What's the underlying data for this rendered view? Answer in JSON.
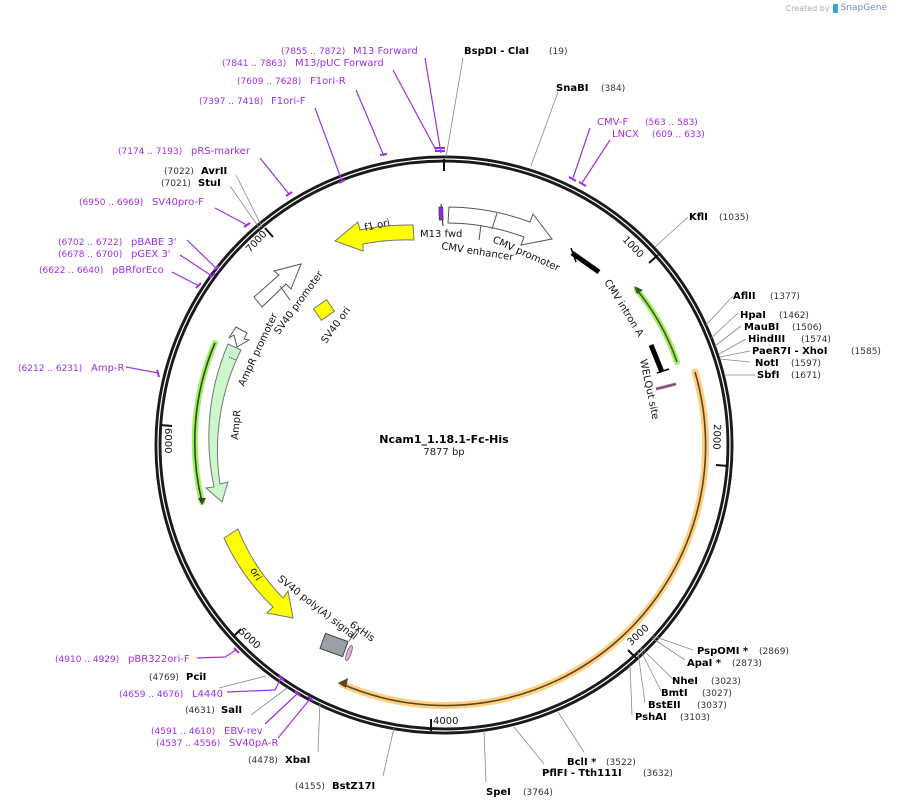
{
  "credit": {
    "prefix": "Created by",
    "brand": "SnapGene"
  },
  "plasmid": {
    "name": "Ncam1_1.18.1-Fc-His",
    "length_label": "7877 bp",
    "length": 7877
  },
  "colors": {
    "primer": "#a02ee6",
    "enzyme_line": "#888888",
    "ring": "#1a1a1a",
    "ori_yellow": "#ffff00",
    "ampr_green": "#ccf7cc",
    "orange_glow": "#ffd080",
    "green_glow": "#a6ee66",
    "cds_gray": "#9aa0a8"
  },
  "ticks": [
    "1000",
    "2000",
    "3000",
    "4000",
    "5000",
    "6000",
    "7000"
  ],
  "enzymes": [
    {
      "name": "BspDI - ClaI",
      "pos": "(19)"
    },
    {
      "name": "SnaBI",
      "pos": "(384)"
    },
    {
      "name": "KflI",
      "pos": "(1035)"
    },
    {
      "name": "AflII",
      "pos": "(1377)"
    },
    {
      "name": "HpaI",
      "pos": "(1462)"
    },
    {
      "name": "MauBI",
      "pos": "(1506)"
    },
    {
      "name": "HindIII",
      "pos": "(1574)"
    },
    {
      "name": "PaeR7I - XhoI",
      "pos": "(1585)"
    },
    {
      "name": "NotI",
      "pos": "(1597)"
    },
    {
      "name": "SbfI",
      "pos": "(1671)"
    },
    {
      "name": "PspOMI *",
      "pos": "(2869)"
    },
    {
      "name": "ApaI *",
      "pos": "(2873)"
    },
    {
      "name": "NheI",
      "pos": "(3023)"
    },
    {
      "name": "BmtI",
      "pos": "(3027)"
    },
    {
      "name": "BstEII",
      "pos": "(3037)"
    },
    {
      "name": "PshAI",
      "pos": "(3103)"
    },
    {
      "name": "BclI *",
      "pos": "(3522)"
    },
    {
      "name": "PflFI - Tth111I",
      "pos": "(3632)"
    },
    {
      "name": "SpeI",
      "pos": "(3764)"
    },
    {
      "name": "BstZ17I",
      "pos": "(4155)"
    },
    {
      "name": "XbaI",
      "pos": "(4478)"
    },
    {
      "name": "SalI",
      "pos": "(4631)"
    },
    {
      "name": "PciI",
      "pos": "(4769)"
    },
    {
      "name": "StuI",
      "pos": "(7021)"
    },
    {
      "name": "AvrII",
      "pos": "(7022)"
    }
  ],
  "primers": [
    {
      "name": "M13 Forward",
      "pos": "(7855 .. 7872)"
    },
    {
      "name": "M13/pUC Forward",
      "pos": "(7841 .. 7863)"
    },
    {
      "name": "F1ori-R",
      "pos": "(7609 .. 7628)"
    },
    {
      "name": "F1ori-F",
      "pos": "(7397 .. 7418)"
    },
    {
      "name": "pRS-marker",
      "pos": "(7174 .. 7193)"
    },
    {
      "name": "SV40pro-F",
      "pos": "(6950 .. 6969)"
    },
    {
      "name": "pBABE 3'",
      "pos": "(6702 .. 6722)"
    },
    {
      "name": "pGEX 3'",
      "pos": "(6678 .. 6700)"
    },
    {
      "name": "pBRforEco",
      "pos": "(6622 .. 6640)"
    },
    {
      "name": "Amp-R",
      "pos": "(6212 .. 6231)"
    },
    {
      "name": "pBR322ori-F",
      "pos": "(4910 .. 4929)"
    },
    {
      "name": "L4440",
      "pos": "(4659 .. 4676)"
    },
    {
      "name": "EBV-rev",
      "pos": "(4591 .. 4610)"
    },
    {
      "name": "SV40pA-R",
      "pos": "(4537 .. 4556)"
    },
    {
      "name": "CMV-F",
      "pos": "(563 .. 583)"
    },
    {
      "name": "LNCX",
      "pos": "(609 .. 633)"
    }
  ],
  "features": {
    "f1_ori": "f1 ori",
    "m13_fwd": "M13 fwd",
    "cmv_enhancer": "CMV enhancer",
    "cmv_promoter": "CMV promoter",
    "cmv_intron": "CMV intron A",
    "welqut": "WELQut site",
    "sv40_promoter": "SV40 promoter",
    "sv40_ori": "SV40 ori",
    "ampr_promoter": "AmpR promoter",
    "ampr": "AmpR",
    "ori": "ori",
    "sv40_polya": "SV40 poly(A) signal",
    "his": "6xHis"
  }
}
